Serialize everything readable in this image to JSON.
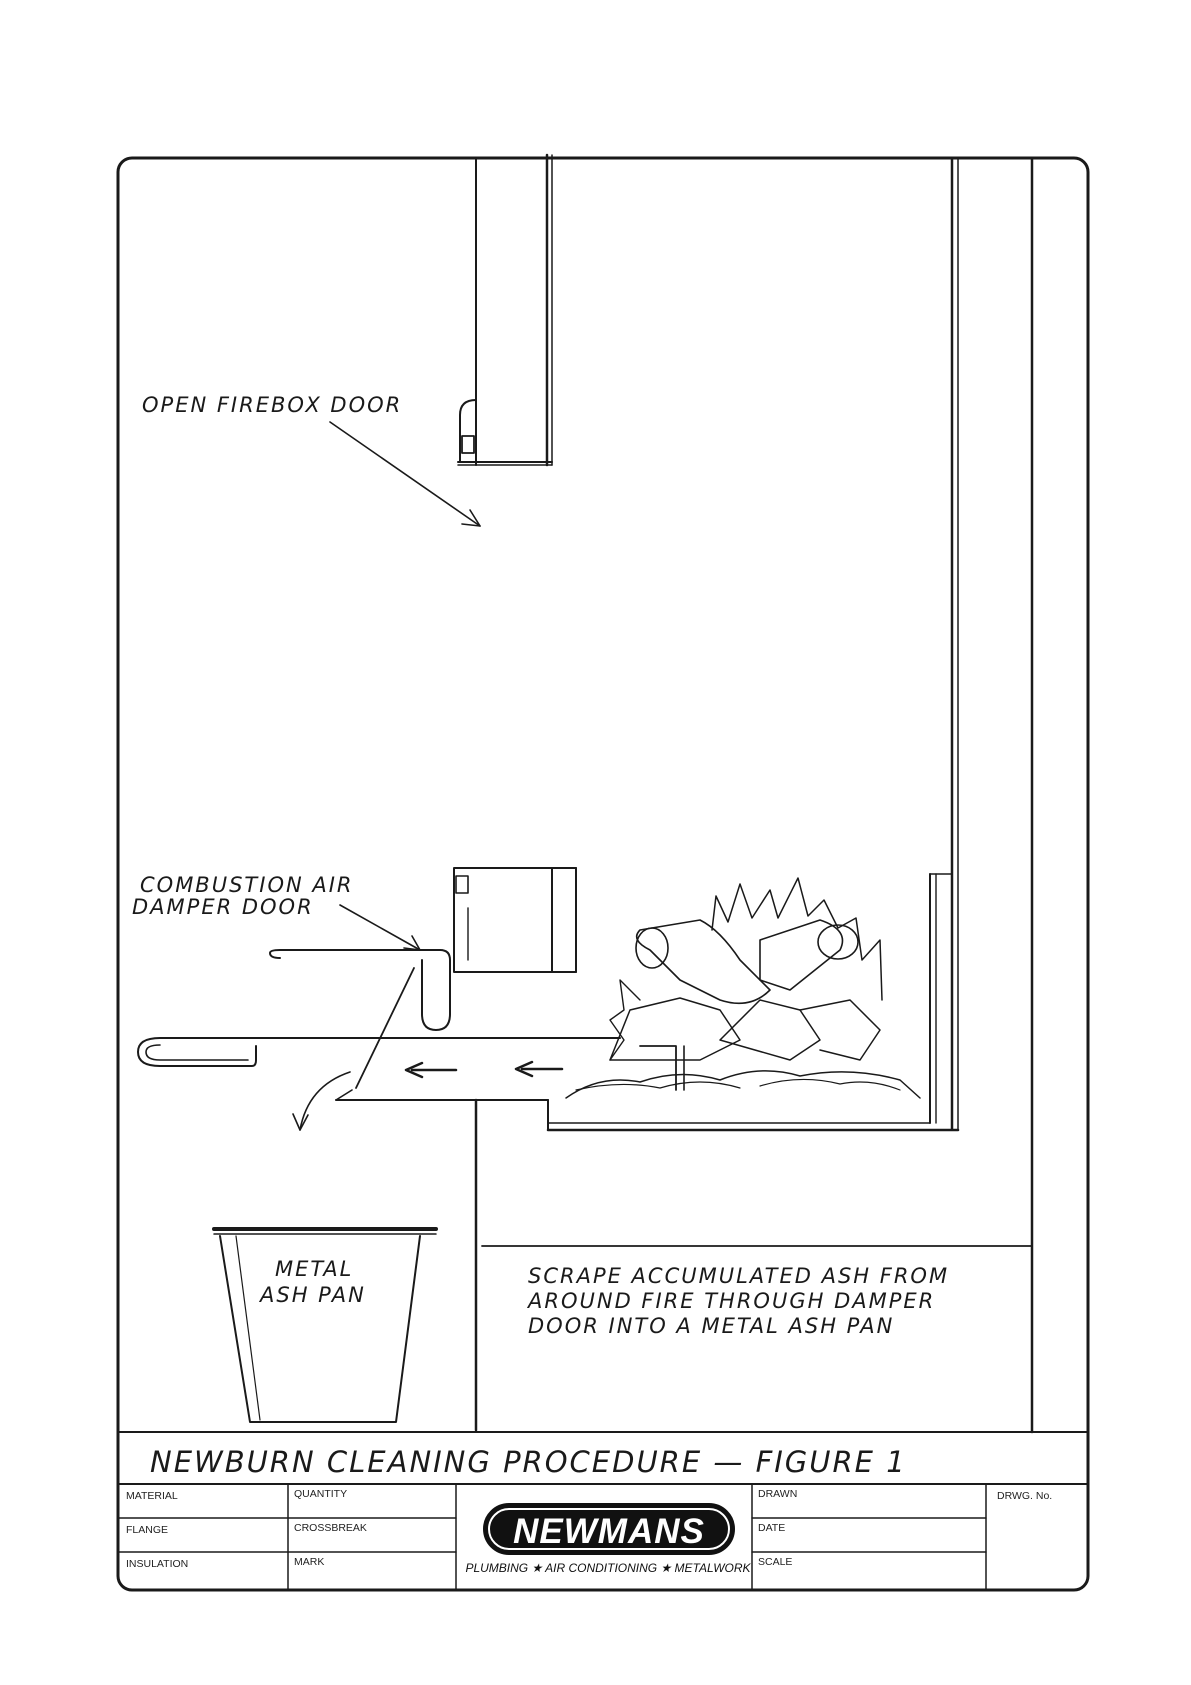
{
  "labels": {
    "firebox_door": "OPEN FIREBOX DOOR",
    "damper_line1": "COMBUSTION AIR",
    "damper_line2": "DAMPER DOOR",
    "ash_pan_line1": "METAL",
    "ash_pan_line2": "ASH PAN",
    "note_line1": "SCRAPE ACCUMULATED ASH FROM",
    "note_line2": "AROUND FIRE THROUGH DAMPER",
    "note_line3": "DOOR INTO A METAL ASH PAN"
  },
  "title": "NEWBURN CLEANING PROCEDURE — FIGURE 1",
  "title_block": {
    "material": "MATERIAL",
    "quantity": "QUANTITY",
    "flange": "FLANGE",
    "crossbreak": "CROSSBREAK",
    "insulation": "INSULATION",
    "mark": "MARK",
    "drawn": "DRAWN",
    "date": "DATE",
    "scale": "SCALE",
    "drawing_no": "DRWG. No.",
    "logo": "NEWMANS",
    "tagline": "PLUMBING ★ AIR CONDITIONING ★ METALWORK"
  }
}
